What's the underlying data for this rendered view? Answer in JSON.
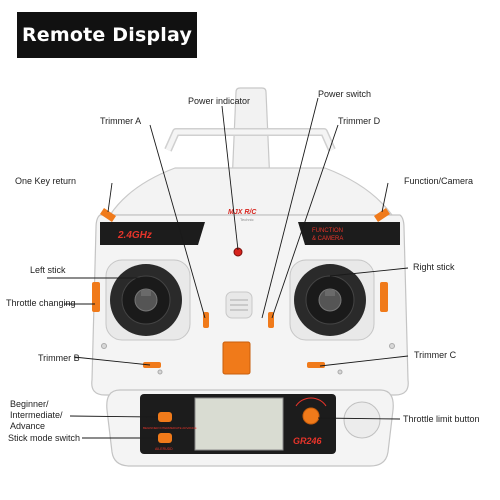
{
  "title": "Remote Display",
  "labels": {
    "power_indicator": "Power indicator",
    "power_switch": "Power switch",
    "trimmer_a": "Trimmer A",
    "trimmer_d": "Trimmer D",
    "one_key_return": "One Key return",
    "function_camera": "Function/Camera",
    "left_stick": "Left stick",
    "right_stick": "Right stick",
    "throttle_changing": "Throttle changing",
    "trimmer_b": "Trimmer B",
    "trimmer_c": "Trimmer C",
    "beginner_modes": "Beginner/ Intermediate/ Advance",
    "throttle_limit": "Throttle limit button",
    "stick_mode": "Stick mode switch"
  },
  "device": {
    "freq_badge": "2.4GHz",
    "func_badge_line1": "FUNCTION",
    "func_badge_line2": "& CAMERA",
    "brand": "MJX R/C",
    "brand_sub": "Technic",
    "model": "GR246",
    "mode_text": "BEGINNER INTERMEDIATE ADVANCE",
    "aileron_text": "AILERUDD"
  },
  "colors": {
    "accent": "#f07a1a",
    "body": "#f4f4f4",
    "panel": "#1c1c1c",
    "red": "#d6231c"
  }
}
